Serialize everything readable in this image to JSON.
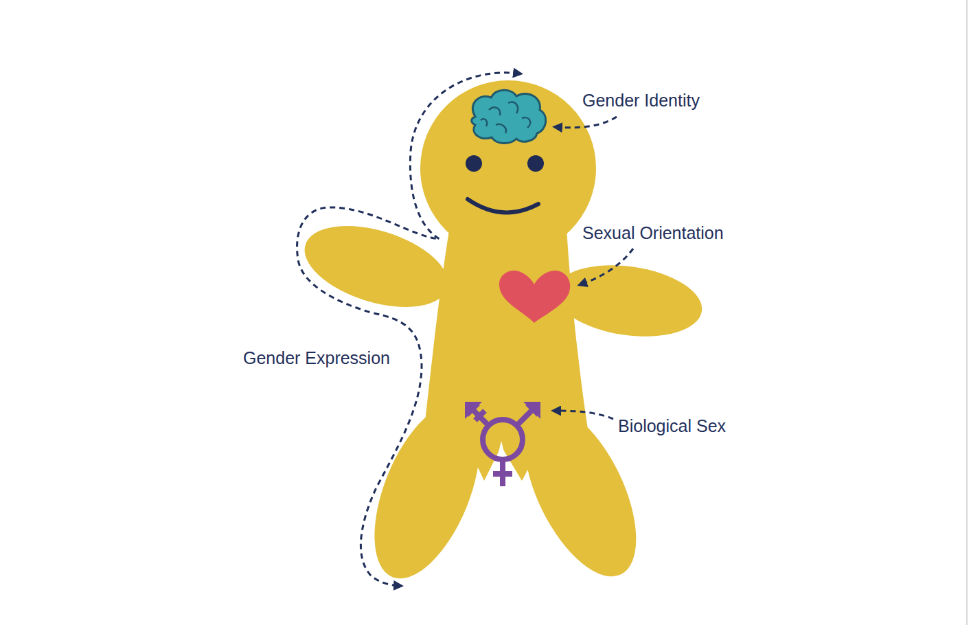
{
  "diagram": {
    "labels": [
      "Gender Identity",
      "Sexual Orientation",
      "Gender Expression",
      "Biological Sex"
    ]
  }
}
